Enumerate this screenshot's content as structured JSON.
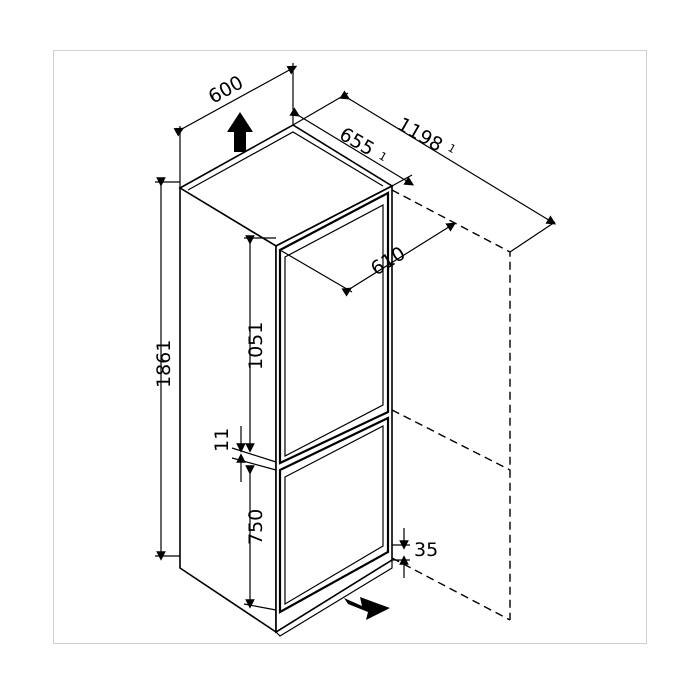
{
  "diagram": {
    "dimensions": {
      "width": "600",
      "depth_door_open": "1198",
      "depth_door_open_note": "1",
      "depth": "655",
      "depth_note": "1",
      "depth_cabinet": "610",
      "height": "1861",
      "upper_door": "1051",
      "door_gap": "11",
      "lower_door": "750",
      "plinth": "35"
    },
    "colors": {
      "line": "#000000",
      "frame": "#cfcfcf",
      "background": "#ffffff"
    }
  }
}
